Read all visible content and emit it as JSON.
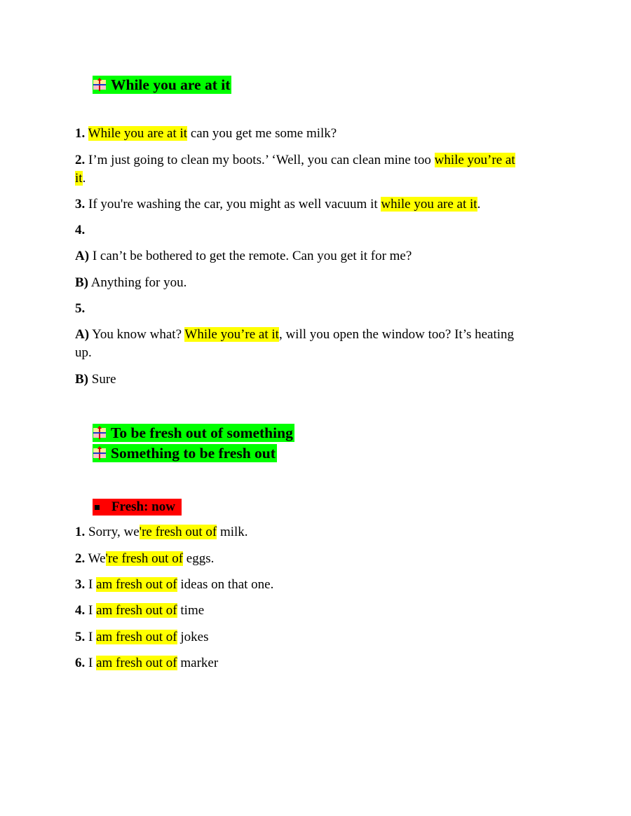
{
  "section1": {
    "heading": "While you are at it",
    "items": [
      {
        "num": "1.",
        "pre": "",
        "hl": "While you are at it",
        "post": " can you get me some milk?"
      },
      {
        "num": "2.",
        "pre": " I’m just going to clean my boots.’ ‘Well, you can clean mine too ",
        "hl1": "while you’re at",
        "hl2": "it",
        "post": "."
      },
      {
        "num": "3.",
        "pre": " If you're washing the car, you might as well vacuum it ",
        "hl": "while you are at it",
        "post": "."
      },
      {
        "num": "4."
      },
      {
        "label": "A)",
        "text": " I can’t be bothered to get the remote. Can you get it for me?"
      },
      {
        "label": "B)",
        "text": " Anything for you."
      },
      {
        "num": "5."
      },
      {
        "label": "A)",
        "pre": " You know what? ",
        "hl": "While you’re at it",
        "post": ", will you open the window too? It’s heating",
        "cont": "up."
      },
      {
        "label": "B)",
        "text": " Sure"
      }
    ]
  },
  "section2": {
    "heading1": "To be fresh out of something",
    "heading2": "Something to be fresh out",
    "subheading": "Fresh: now",
    "items": [
      {
        "num": "1.",
        "pre": " Sorry, we",
        "hl": "'re fresh out of",
        "post": " milk."
      },
      {
        "num": "2.",
        "pre": " We",
        "hl": "'re fresh out of",
        "post": " eggs."
      },
      {
        "num": "3.",
        "pre": " I ",
        "hl": "am fresh out of",
        "post": " ideas on that one."
      },
      {
        "num": "4.",
        "pre": " I ",
        "hl": "am fresh out of",
        "post": " time"
      },
      {
        "num": "5.",
        "pre": " I ",
        "hl": "am fresh out of",
        "post": " jokes"
      },
      {
        "num": "6.",
        "pre": " I ",
        "hl": "am fresh out of",
        "post": " marker"
      }
    ]
  },
  "colors": {
    "heading_bg": "#00ff00",
    "highlight": "#ffff00",
    "subheading_bg": "#ff0000"
  },
  "icons": {
    "heading_icon": "arrow-cross-icon",
    "subheading_bullet": "square-bullet-icon"
  }
}
